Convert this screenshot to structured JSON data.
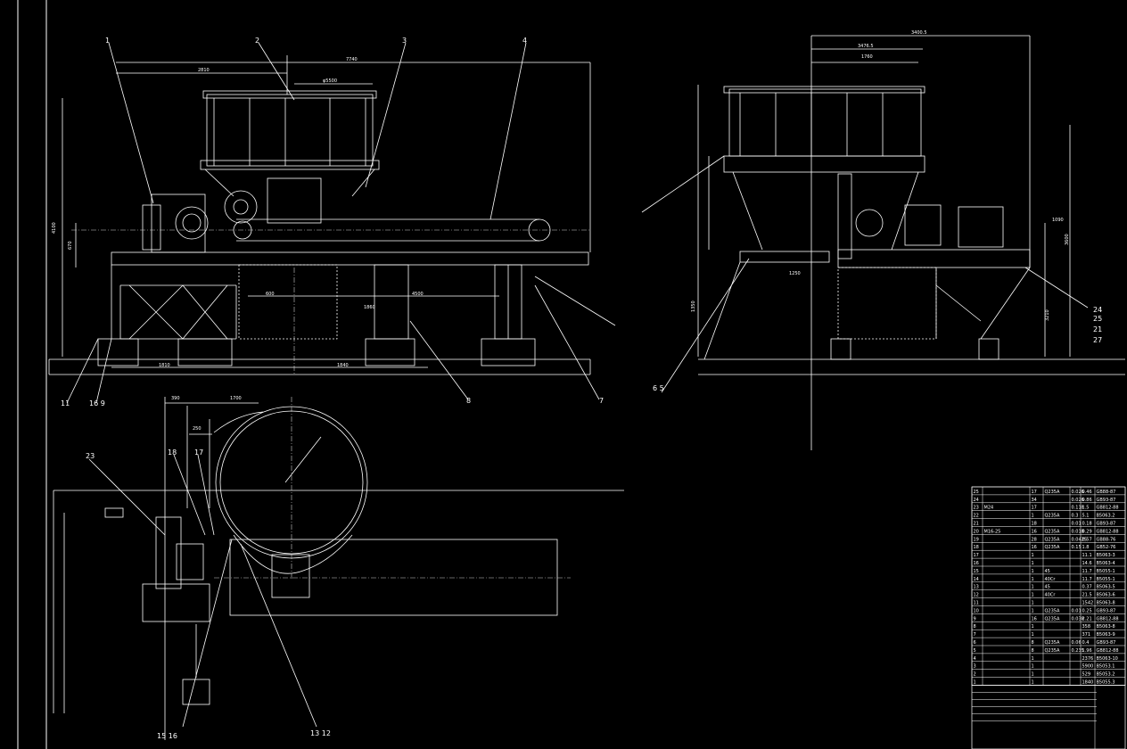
{
  "colors": {
    "background": "#000000",
    "line": "#ffffff",
    "center": "#cfcfcf"
  },
  "balloons": {
    "b1": "1",
    "b2": "2",
    "b3": "3",
    "b4": "4",
    "b7": "7",
    "b8": "8",
    "b11": "11",
    "b16_9": "16 9",
    "b23": "23",
    "b18": "18",
    "b17": "17",
    "b15_16": "15 16",
    "b13_12": "13 12",
    "b6_5": "6 5",
    "b24": "24",
    "b25": "25",
    "b21": "21",
    "b27": "27"
  },
  "dimensions": {
    "d7740": "7740",
    "d2810": "2810",
    "d5500": "φ5500",
    "d4100": "4100",
    "d670": "670",
    "d600": "600",
    "d4500": "4500",
    "d1860": "1860",
    "d1810": "1810",
    "d1840": "1840",
    "d390": "390",
    "d1700": "1700",
    "d250": "250",
    "d3400": "3400.5",
    "d3476": "3476.5",
    "d1760": "1760",
    "d1250": "1250",
    "d1350": "1350",
    "d3210": "3210",
    "d3600": "3600",
    "d1090": "1090"
  },
  "bom": {
    "rows": [
      [
        "25",
        "",
        "17",
        "Q235A",
        "0.026",
        "0.46",
        "GB88-87"
      ],
      [
        "24",
        "",
        "34",
        "",
        "0.026",
        "0.86",
        "GB93-87"
      ],
      [
        "23",
        "M24",
        "17",
        "",
        "0.118",
        "1.5",
        "GB812-88"
      ],
      [
        "22",
        "",
        "1",
        "Q235A",
        "0.3",
        "5.1",
        "B5063.2"
      ],
      [
        "21",
        "",
        "18",
        "",
        "0.01",
        "0.18",
        "GB93-87"
      ],
      [
        "20",
        "M16-25",
        "16",
        "Q235A",
        "0.018",
        "0.29",
        "GB812-88"
      ],
      [
        "19",
        "",
        "28",
        "Q235A",
        "0.0425",
        "0.57",
        "GB88-76"
      ],
      [
        "18",
        "",
        "16",
        "Q235A",
        "0.15",
        "1.8",
        "GB52-76"
      ],
      [
        "17",
        "",
        "1",
        "",
        "",
        "11.1",
        "B5063-3"
      ],
      [
        "16",
        "",
        "1",
        "",
        "",
        "14.6",
        "B5063-4"
      ],
      [
        "15",
        "",
        "1",
        "45",
        "",
        "11.7",
        "B5055-1"
      ],
      [
        "14",
        "",
        "1",
        "40Cr",
        "",
        "11.7",
        "B5055-1"
      ],
      [
        "13",
        "",
        "1",
        "45",
        "",
        "0.37",
        "B5063-5"
      ],
      [
        "12",
        "",
        "1",
        "40Cr",
        "",
        "21.5",
        "B5063-6"
      ],
      [
        "11",
        "",
        "1",
        "",
        "",
        "1542",
        "B5063-8"
      ],
      [
        "10",
        "",
        "1",
        "Q235A",
        "0.01",
        "0.25",
        "GB93-87"
      ],
      [
        "9",
        "",
        "16",
        "Q235A",
        "0.038",
        "2.21",
        "GB812-88"
      ],
      [
        "8",
        "",
        "1",
        "",
        "",
        "358",
        "B5063-8"
      ],
      [
        "7",
        "",
        "1",
        "",
        "",
        "371",
        "B5063-9"
      ],
      [
        "6",
        "",
        "8",
        "Q235A",
        "0.06",
        "0.4",
        "GB93-87"
      ],
      [
        "5",
        "",
        "8",
        "Q235A",
        "0.235",
        "1.96",
        "GB812-88"
      ],
      [
        "4",
        "",
        "1",
        "",
        "",
        "2376",
        "B5063-10"
      ],
      [
        "3",
        "",
        "1",
        "",
        "",
        "5900",
        "B5053.1"
      ],
      [
        "2",
        "",
        "1",
        "",
        "",
        "529",
        "B5053.2"
      ],
      [
        "1",
        "",
        "1",
        "",
        "",
        "1840",
        "B5055.3"
      ]
    ]
  }
}
